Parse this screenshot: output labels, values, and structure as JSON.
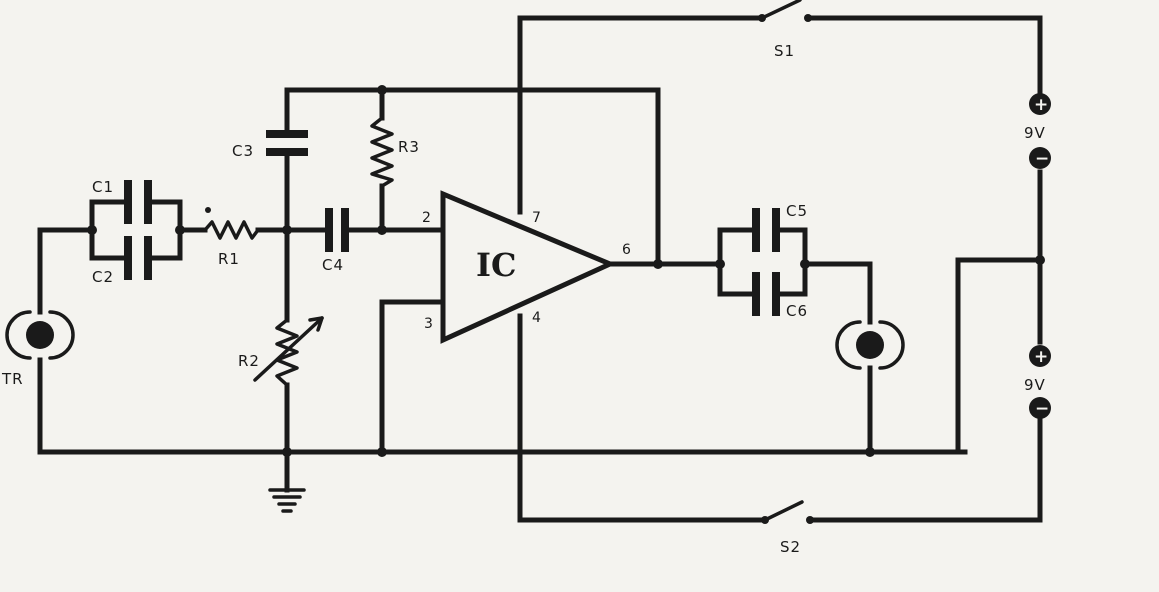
{
  "diagram": {
    "ic_label": "IC",
    "labels": {
      "c1": "C1",
      "c2": "C2",
      "c3": "C3",
      "c4": "C4",
      "c5": "C5",
      "c6": "C6",
      "r1": "R1",
      "r2": "R2",
      "r3": "R3",
      "tr": "TR",
      "s1": "S1",
      "s2": "S2",
      "batt_top": "9V",
      "batt_bottom": "9V"
    },
    "pins": {
      "p2": "2",
      "p3": "3",
      "p4": "4",
      "p6": "6",
      "p7": "7"
    },
    "battery_signs": {
      "plus": "+",
      "minus": "−"
    }
  }
}
